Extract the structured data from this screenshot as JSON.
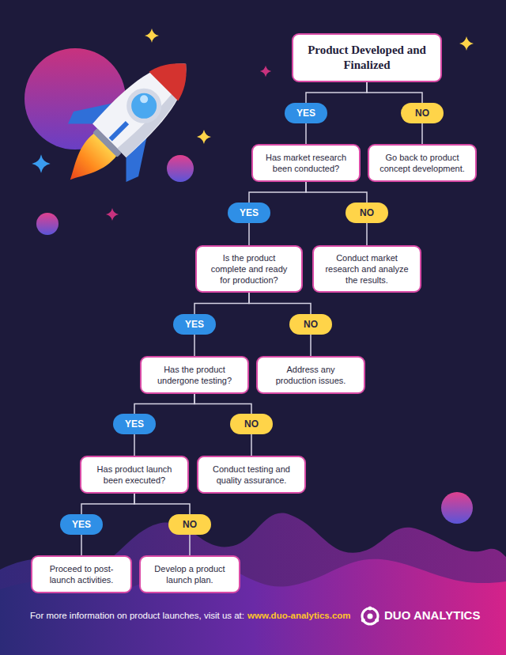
{
  "diagram": {
    "nodes": [
      {
        "text": [
          "Product Developed and Finalized"
        ]
      },
      {
        "text": [
          "YES"
        ]
      },
      {
        "text": [
          "NO"
        ]
      },
      {
        "text": [
          "Has market research been conducted?"
        ]
      },
      {
        "text": [
          "Go back to product concept development."
        ]
      },
      {
        "text": [
          "YES"
        ]
      },
      {
        "text": [
          "NO"
        ]
      },
      {
        "text": [
          "Is the product complete and ready for production?"
        ]
      },
      {
        "text": [
          "Conduct market research and analyze the results."
        ]
      },
      {
        "text": [
          "YES"
        ]
      },
      {
        "text": [
          "NO"
        ]
      },
      {
        "text": [
          "Has the product undergone testing?"
        ]
      },
      {
        "text": [
          "Address any production issues."
        ]
      },
      {
        "text": [
          "YES"
        ]
      },
      {
        "text": [
          "NO"
        ]
      },
      {
        "text": [
          "Has product launch been executed?"
        ]
      },
      {
        "text": [
          "Conduct testing and quality assurance."
        ]
      },
      {
        "text": [
          "YES"
        ]
      },
      {
        "text": [
          "NO"
        ]
      },
      {
        "text": [
          "Proceed to post-launch activities."
        ]
      },
      {
        "text": [
          "Develop a product launch plan."
        ]
      }
    ],
    "edges": [
      {
        "from": 0,
        "to": 1,
        "arrow": "none"
      },
      {
        "from": 0,
        "to": 2,
        "arrow": "none"
      },
      {
        "from": 1,
        "to": 3,
        "arrow": "none"
      },
      {
        "from": 2,
        "to": 4,
        "arrow": "none"
      },
      {
        "from": 3,
        "to": 5,
        "arrow": "none"
      },
      {
        "from": 3,
        "to": 6,
        "arrow": "none"
      },
      {
        "from": 5,
        "to": 7,
        "arrow": "none"
      },
      {
        "from": 6,
        "to": 8,
        "arrow": "none"
      },
      {
        "from": 7,
        "to": 9,
        "arrow": "none"
      },
      {
        "from": 7,
        "to": 10,
        "arrow": "none"
      },
      {
        "from": 9,
        "to": 11,
        "arrow": "none"
      },
      {
        "from": 10,
        "to": 12,
        "arrow": "none"
      },
      {
        "from": 11,
        "to": 13,
        "arrow": "none"
      },
      {
        "from": 11,
        "to": 14,
        "arrow": "none"
      },
      {
        "from": 13,
        "to": 15,
        "arrow": "none"
      },
      {
        "from": 14,
        "to": 16,
        "arrow": "none"
      },
      {
        "from": 15,
        "to": 17,
        "arrow": "none"
      },
      {
        "from": 15,
        "to": 18,
        "arrow": "none"
      },
      {
        "from": 17,
        "to": 19,
        "arrow": "none"
      },
      {
        "from": 18,
        "to": 20,
        "arrow": "none"
      }
    ],
    "labels": [
      "For more information on product launches, visit us at:",
      "www.duo-analytics.com",
      "DUO ANALYTICS"
    ]
  }
}
